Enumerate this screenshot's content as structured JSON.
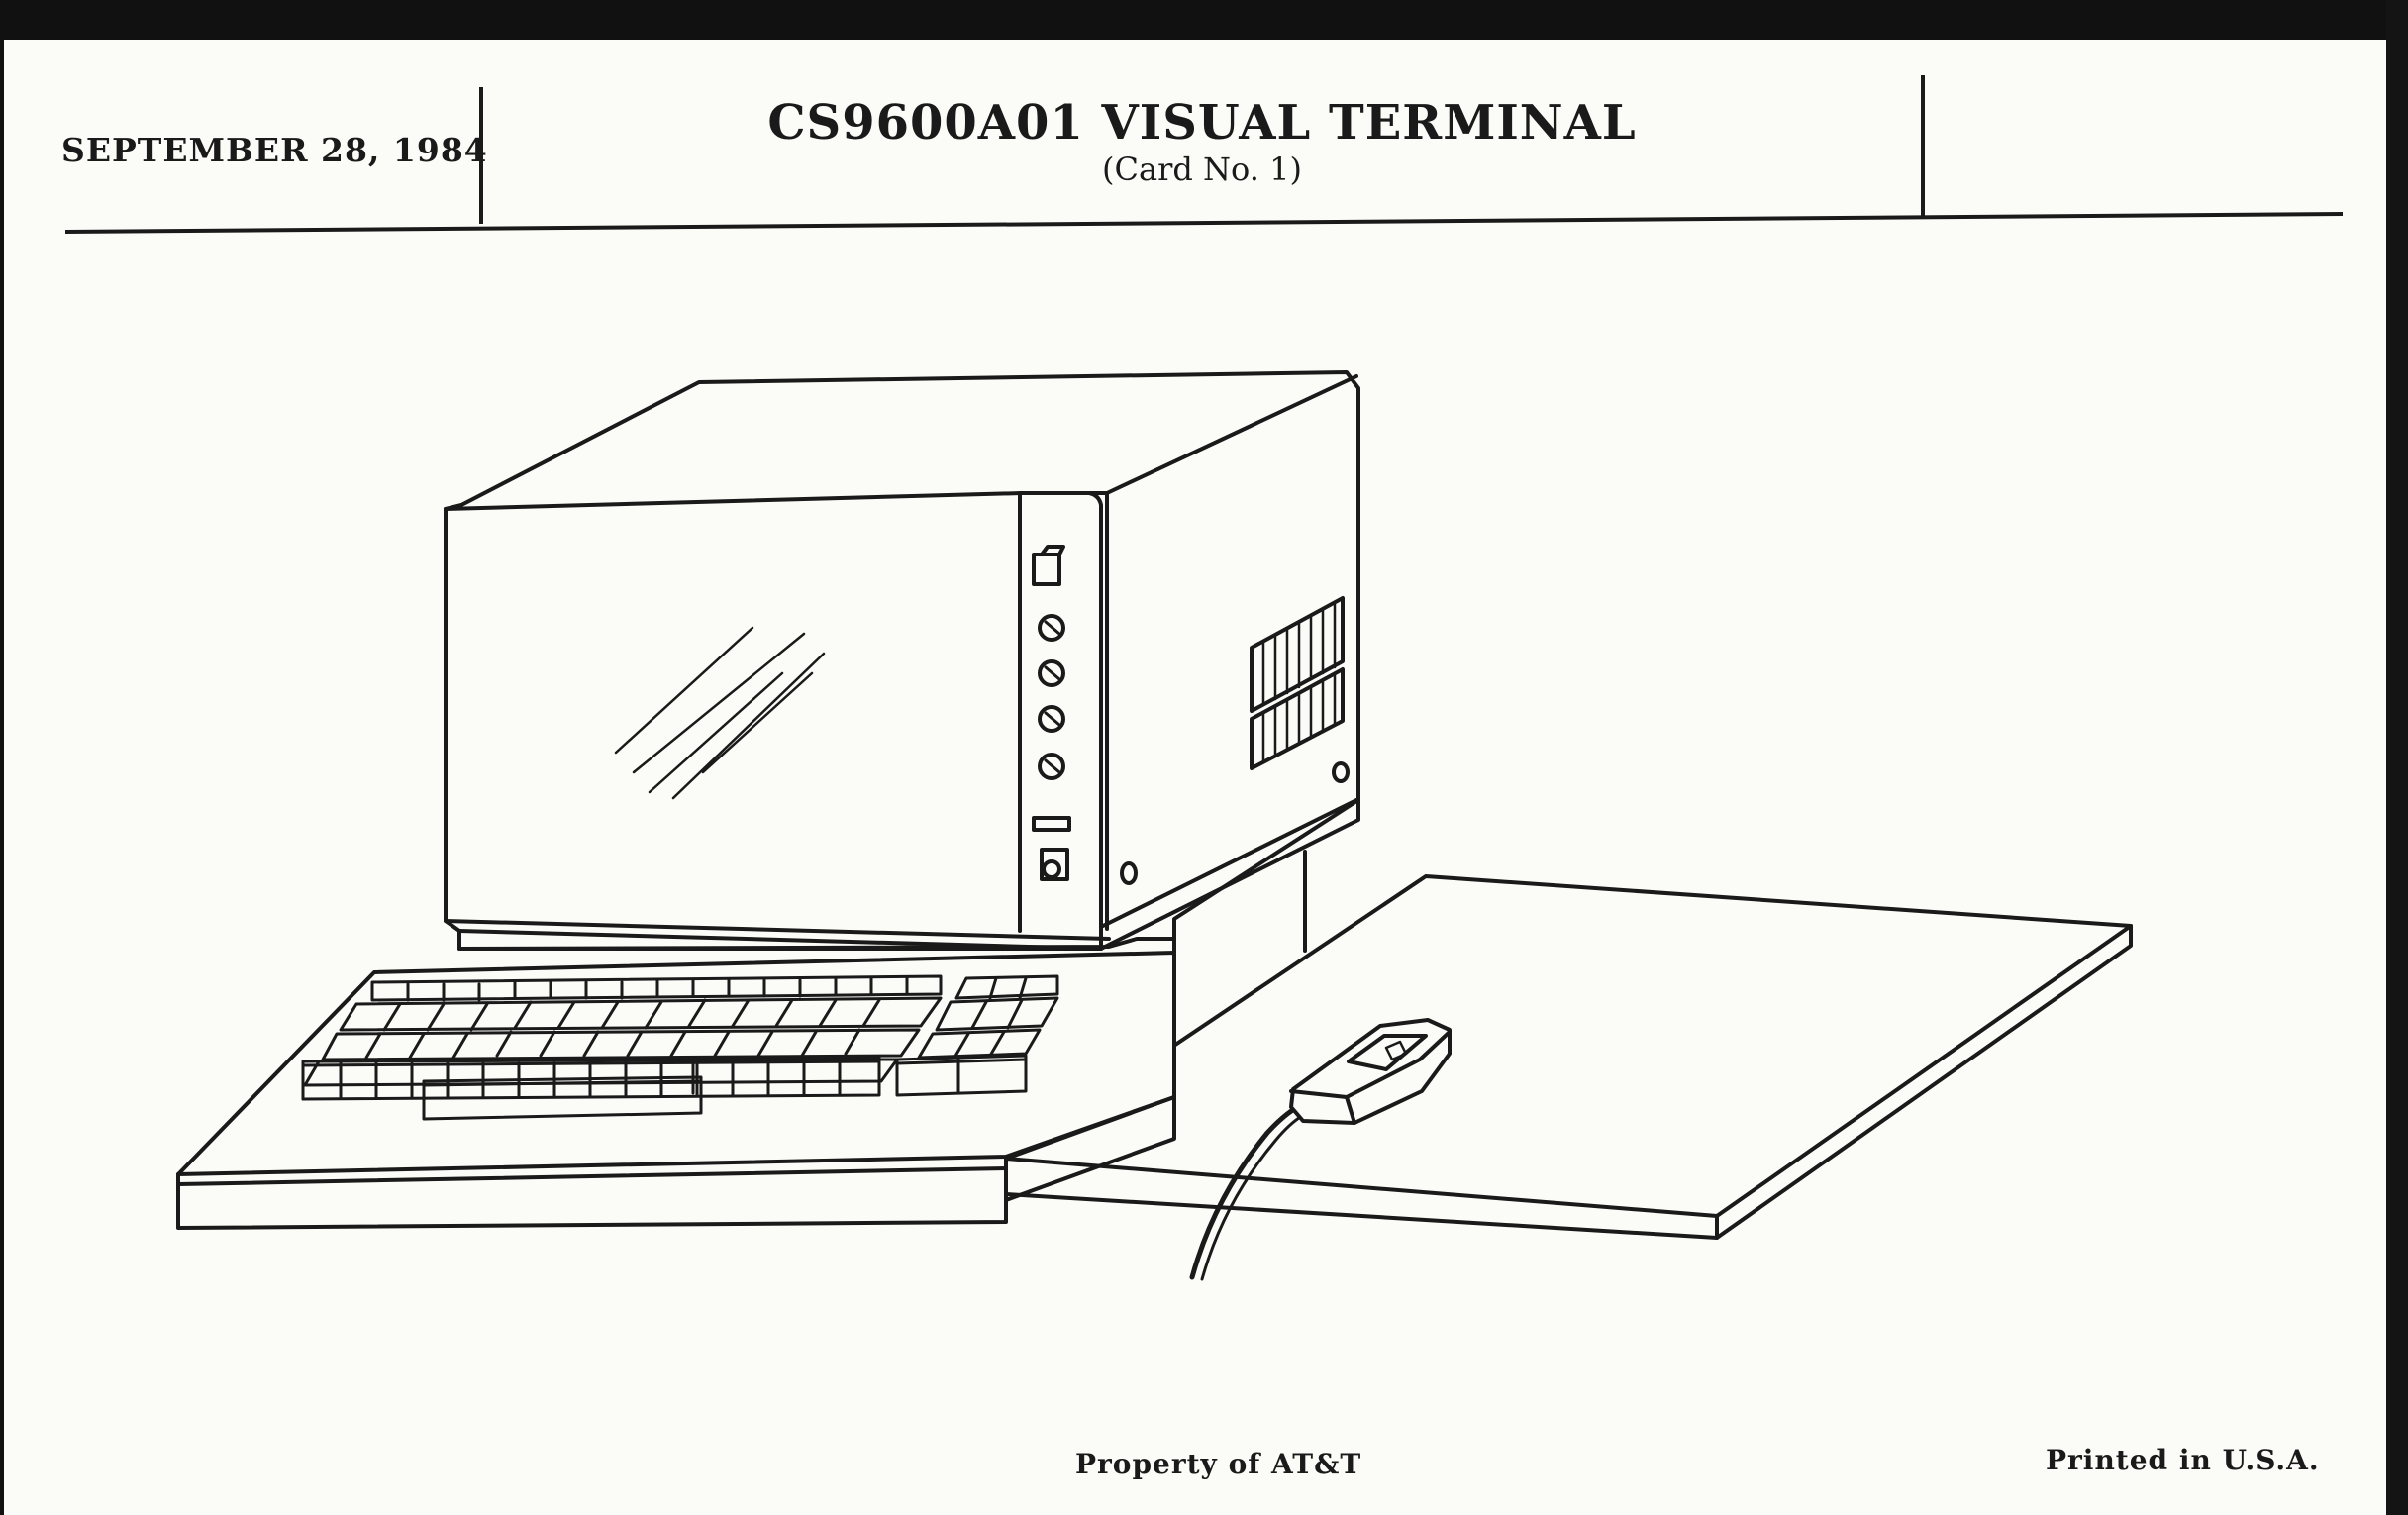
{
  "header": {
    "date": "SEPTEMBER 28, 1984",
    "title": "CS9600A01 VISUAL TERMINAL",
    "subtitle": "(Card No. 1)"
  },
  "footer": {
    "left": "Property of AT&T",
    "right": "Printed in U.S.A."
  },
  "illustration": {
    "device": "visual terminal",
    "parts": [
      "monitor",
      "keyboard",
      "data-tablet",
      "tablet-puck-with-cord"
    ]
  }
}
